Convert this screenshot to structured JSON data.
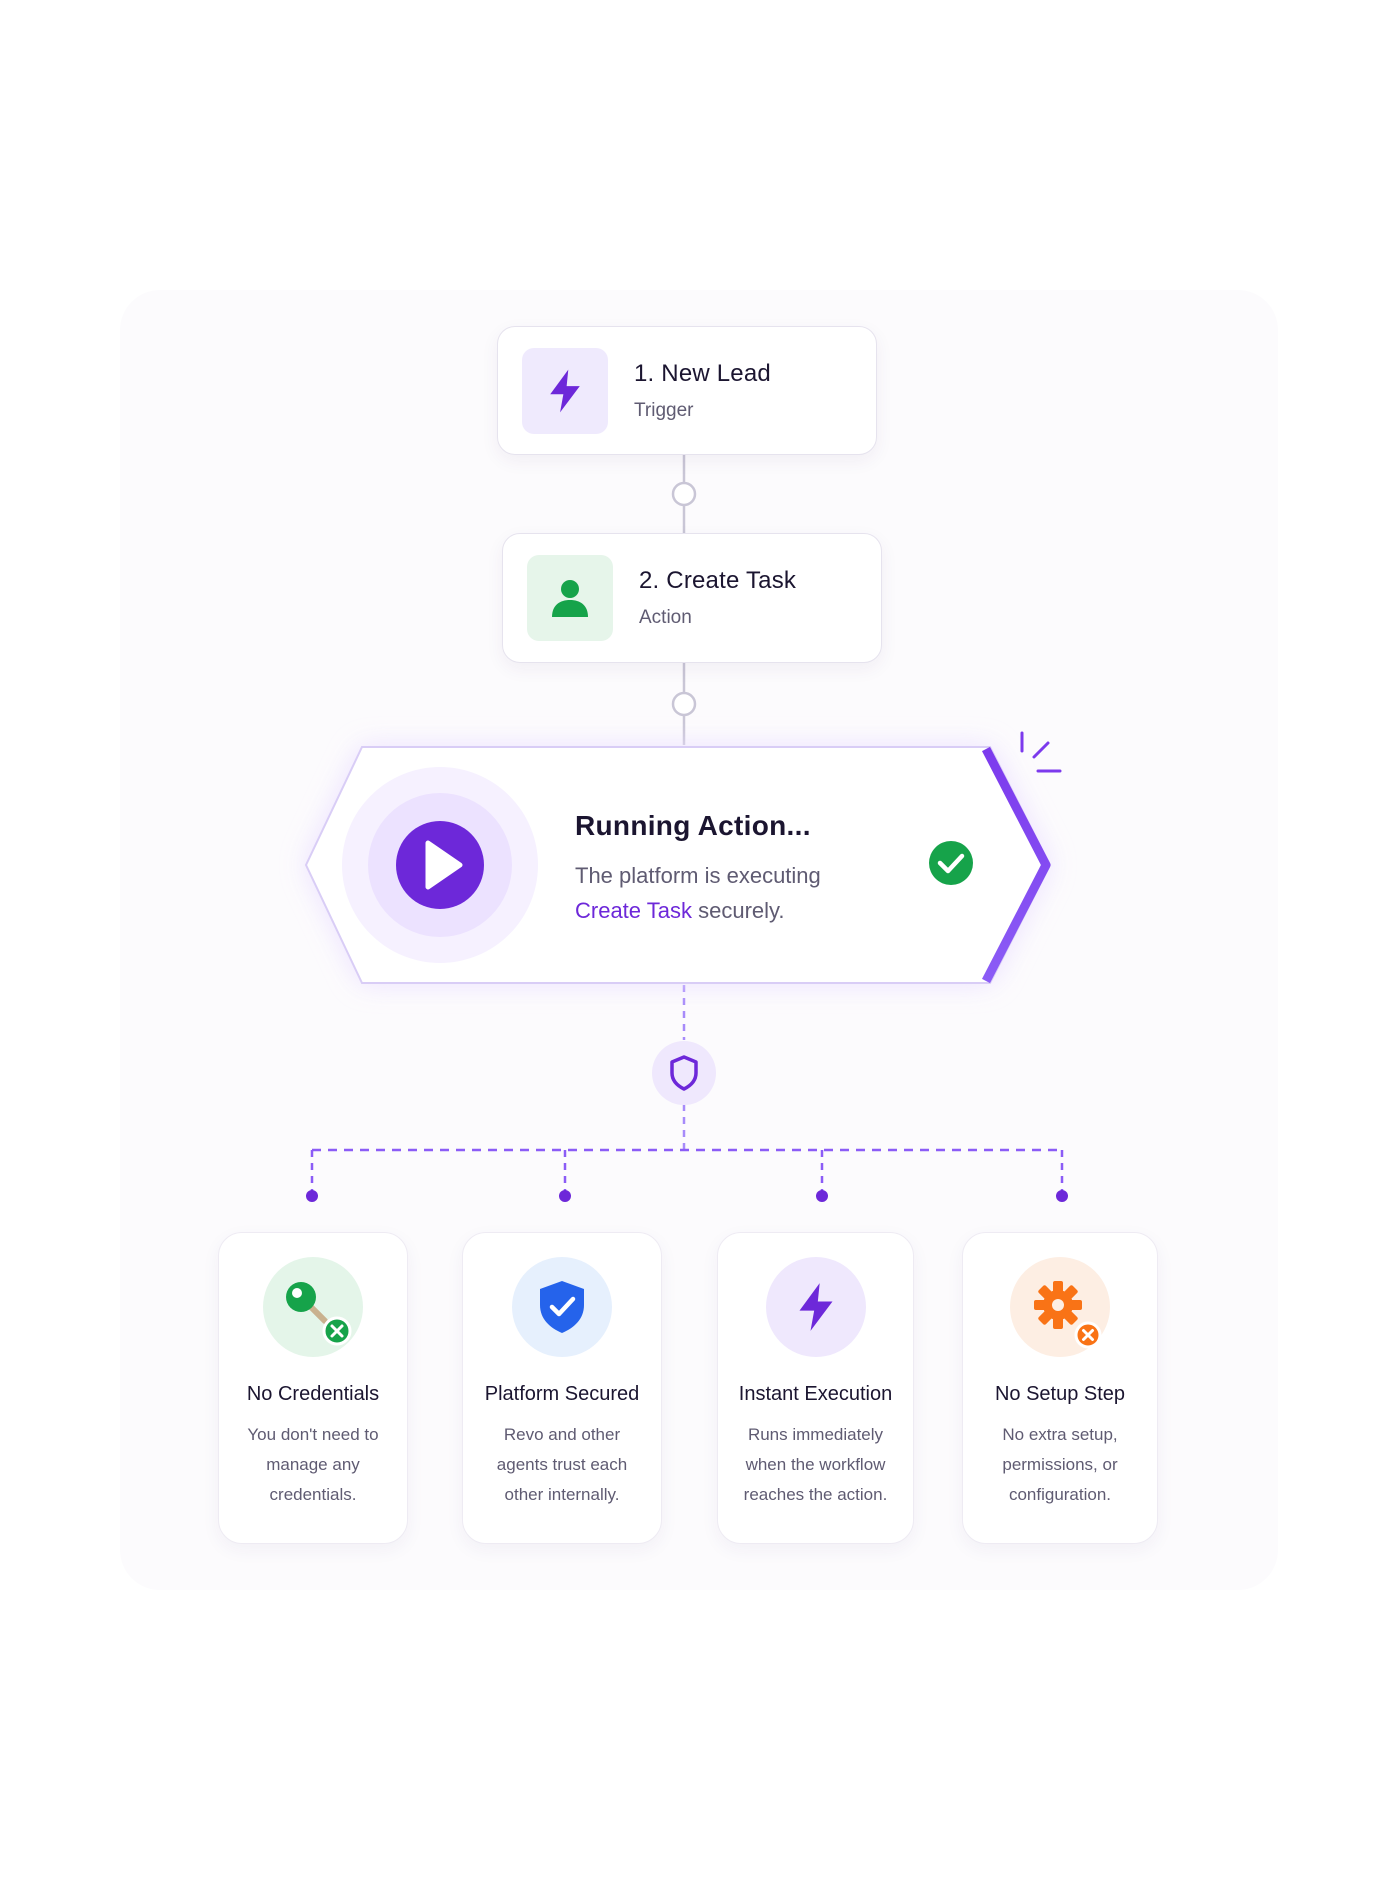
{
  "steps": [
    {
      "title": "1. New Lead",
      "subtitle": "Trigger",
      "icon": "lightning-bolt-icon"
    },
    {
      "title": "2. Create Task",
      "subtitle": "Action",
      "icon": "user-icon"
    }
  ],
  "running": {
    "title": "Running Action...",
    "desc_before": "The platform is executing",
    "desc_link": "Create Task",
    "desc_after": "securely.",
    "status_icon": "check-circle-icon",
    "main_icon": "play-icon"
  },
  "shield_icon": "shield-icon",
  "features": [
    {
      "title": "No Credentials",
      "lines": [
        "You don't need to",
        "manage any",
        "credentials."
      ],
      "icon": "key-icon",
      "color": "#16a34a"
    },
    {
      "title": "Platform Secured",
      "lines": [
        "Revo and other",
        "agents trust each",
        "other internally."
      ],
      "icon": "shield-check-icon",
      "color": "#2563eb"
    },
    {
      "title": "Instant Execution",
      "lines": [
        "Runs immediately",
        "when the workflow",
        "reaches the action."
      ],
      "icon": "lightning-bolt-icon",
      "color": "#6d28d9"
    },
    {
      "title": "No Setup Step",
      "lines": [
        "No extra setup,",
        "permissions, or",
        "configuration."
      ],
      "icon": "gear-icon",
      "color": "#f97316"
    }
  ],
  "colors": {
    "accent": "#6d28d9",
    "success": "#16a34a",
    "info": "#2563eb",
    "warning": "#f97316"
  }
}
